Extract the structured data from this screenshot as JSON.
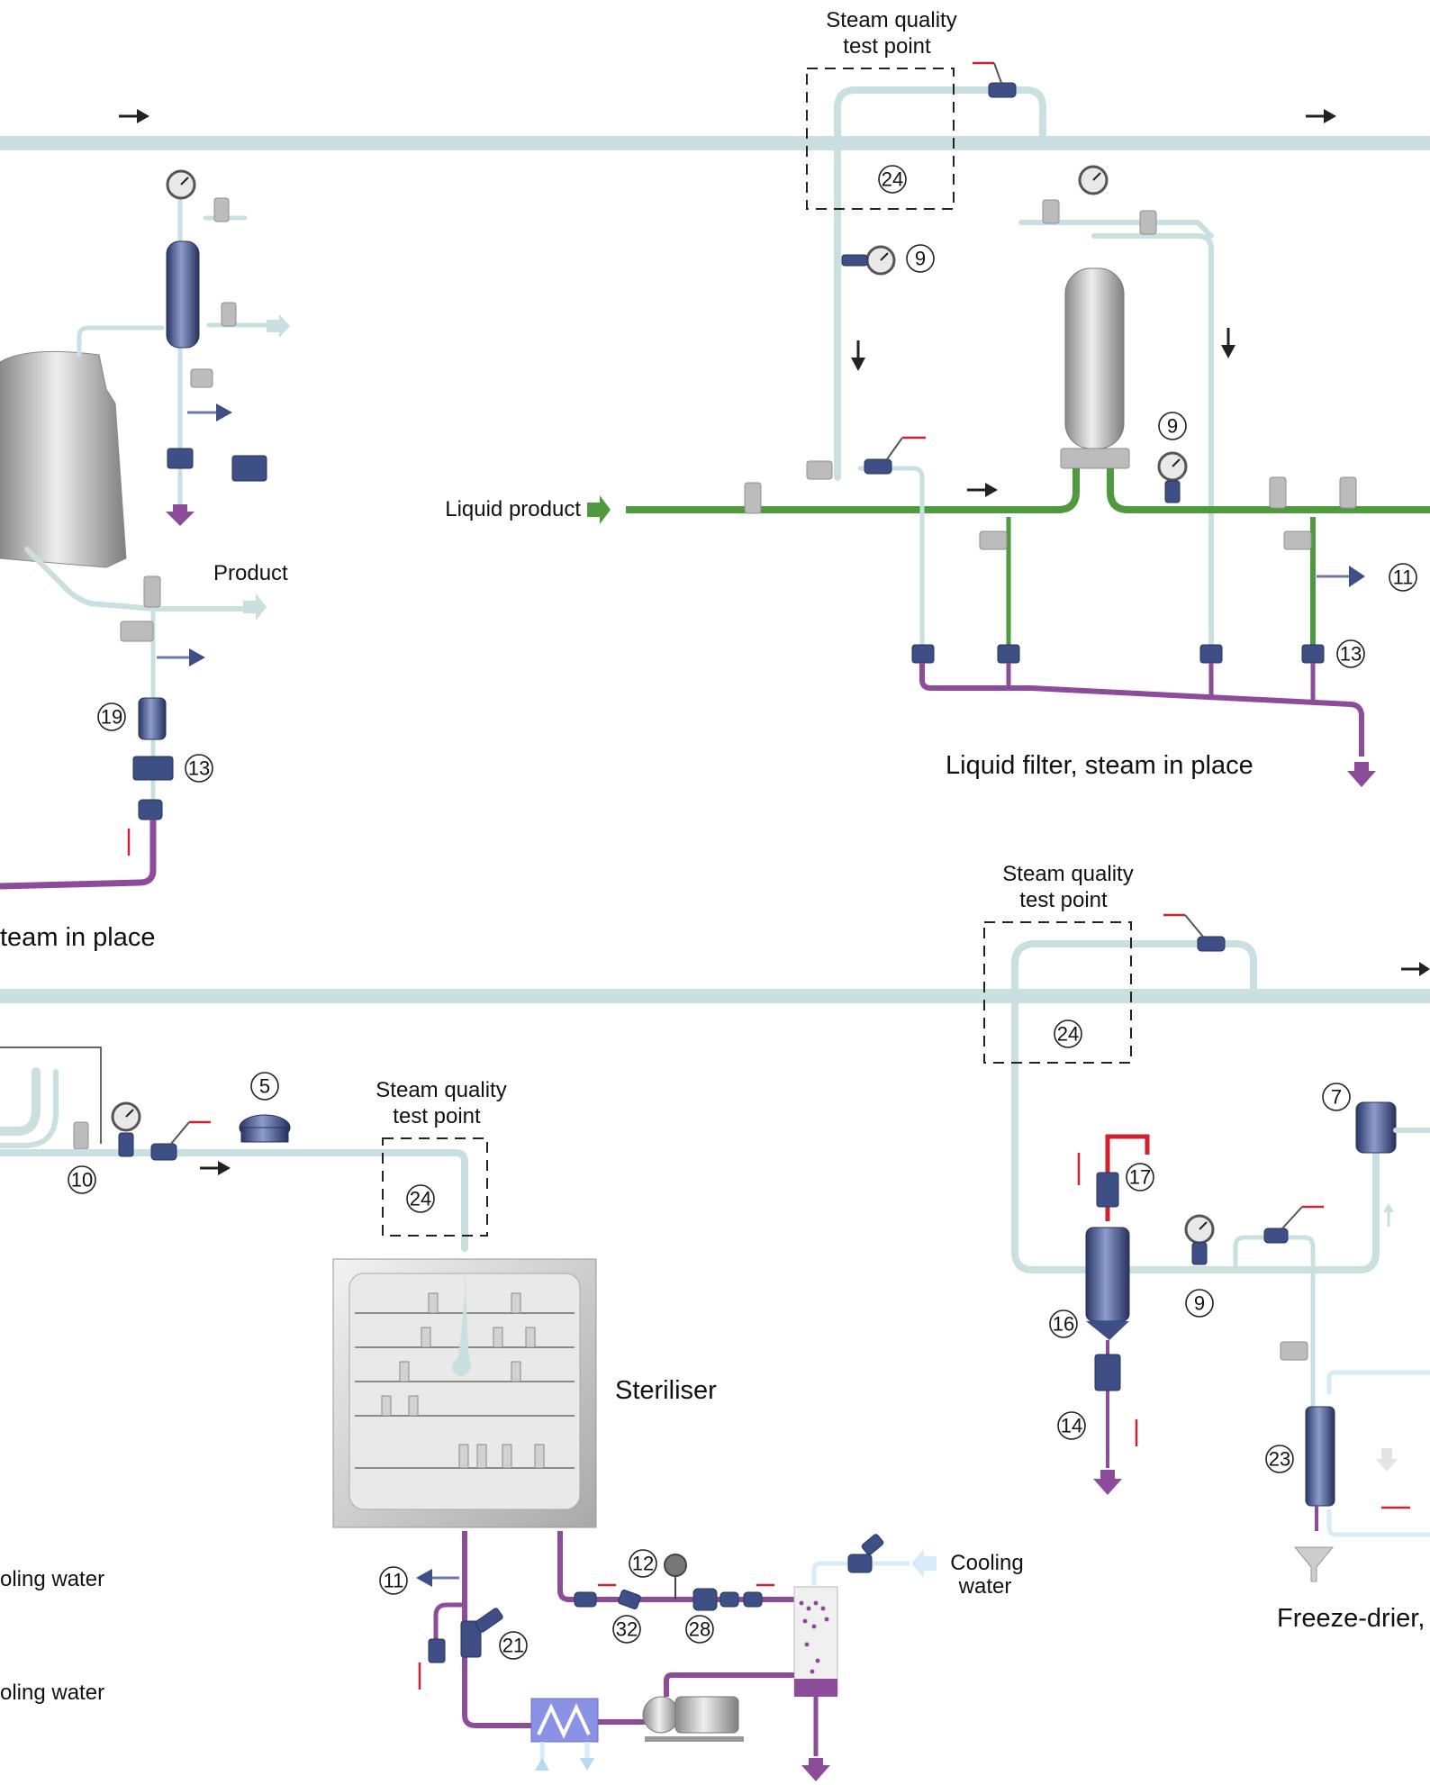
{
  "labels": {
    "steam_test_point_top": [
      "Steam quality",
      "test point"
    ],
    "steam_test_point_mid": [
      "Steam quality",
      "test point"
    ],
    "steam_test_point_steriliser": [
      "Steam quality",
      "test point"
    ],
    "liquid_product": "Liquid product",
    "product": "Product",
    "liquid_filter_sip": "Liquid filter, steam in place",
    "tank_sip_partial": "team in place",
    "steriliser": "Steriliser",
    "cooling_water_right": [
      "Cooling",
      "water"
    ],
    "cooling_water_left_1": "oling water",
    "cooling_water_left_2": "oling water",
    "freeze_drier_partial": "Freeze-drier,"
  },
  "callouts": {
    "c24_top": "24",
    "c9_top_left": "9",
    "c9_top_right": "9",
    "c11_top": "11",
    "c13_top": "13",
    "c19": "19",
    "c13_left": "13",
    "c5": "5",
    "c10": "10",
    "c24_steriliser": "24",
    "c24_mid": "24",
    "c7": "7",
    "c17": "17",
    "c16": "16",
    "c9_mid": "9",
    "c14": "14",
    "c23": "23",
    "c11_bottom": "11",
    "c12": "12",
    "c21": "21",
    "c32": "32",
    "c28": "28"
  },
  "colors": {
    "steam": "#c9dfe0",
    "product": "#4f9a3f",
    "condensate": "#8d4c99",
    "cooling_water": "#d8ebf8",
    "valve_body": "#3e4f86",
    "handle": "#d3202f"
  },
  "icons": [
    "pressure-gauge-icon",
    "ball-valve-icon",
    "steam-trap-icon",
    "flow-arrow-icon",
    "temperature-sensor-icon",
    "funnel-icon",
    "heat-exchanger-icon",
    "pump-icon"
  ]
}
